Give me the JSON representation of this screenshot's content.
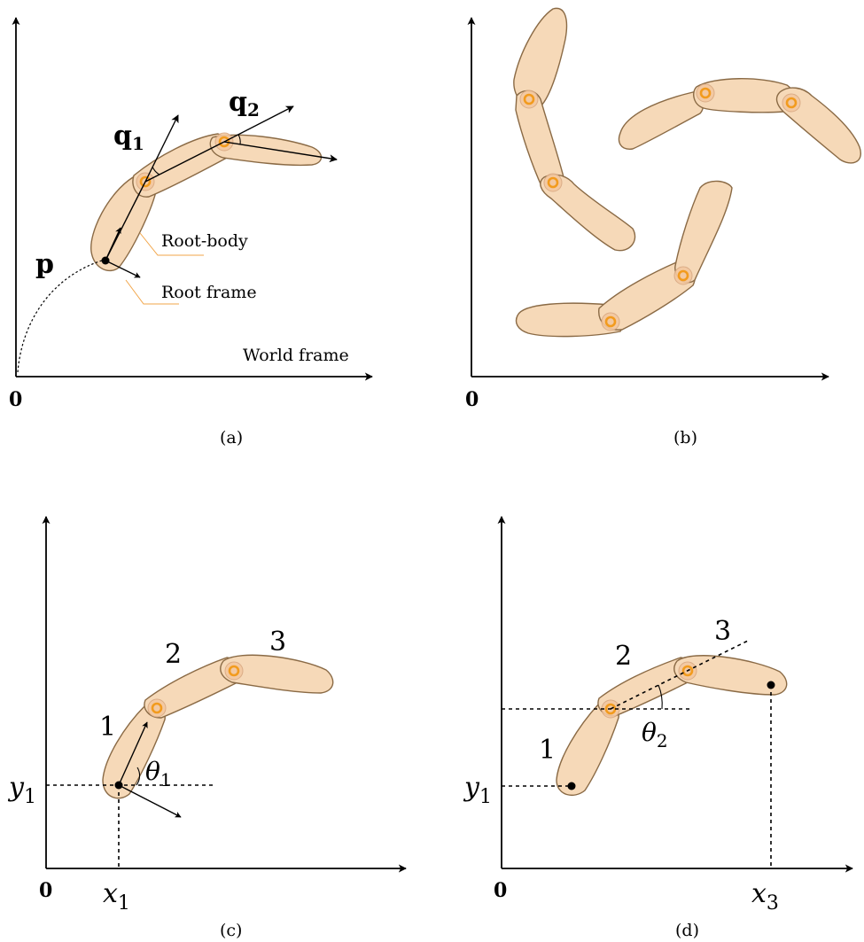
{
  "panel_a": {
    "caption": "(a)",
    "origin": "0",
    "world_frame": "World frame",
    "root_body": "Root-body",
    "root_frame": "Root frame",
    "p": "p",
    "q1_base": "q",
    "q1_sub": "1",
    "q2_base": "q",
    "q2_sub": "2"
  },
  "panel_b": {
    "caption": "(b)",
    "origin": "0"
  },
  "panel_c": {
    "caption": "(c)",
    "origin": "0",
    "seg1": "1",
    "seg2": "2",
    "seg3": "3",
    "theta_base": "θ",
    "theta_sub": "1",
    "x_base": "x",
    "x_sub": "1",
    "y_base": "y",
    "y_sub": "1"
  },
  "panel_d": {
    "caption": "(d)",
    "origin": "0",
    "seg1": "1",
    "seg2": "2",
    "seg3": "3",
    "theta_base": "θ",
    "theta_sub": "2",
    "x_base": "x",
    "x_sub": "3",
    "y_base": "y",
    "y_sub": "1"
  },
  "colors": {
    "segment_fill": "#f6d9b8",
    "segment_stroke": "#8a6a45",
    "joint_ring": "#f29b1e",
    "leader_line": "#f2a64a"
  }
}
